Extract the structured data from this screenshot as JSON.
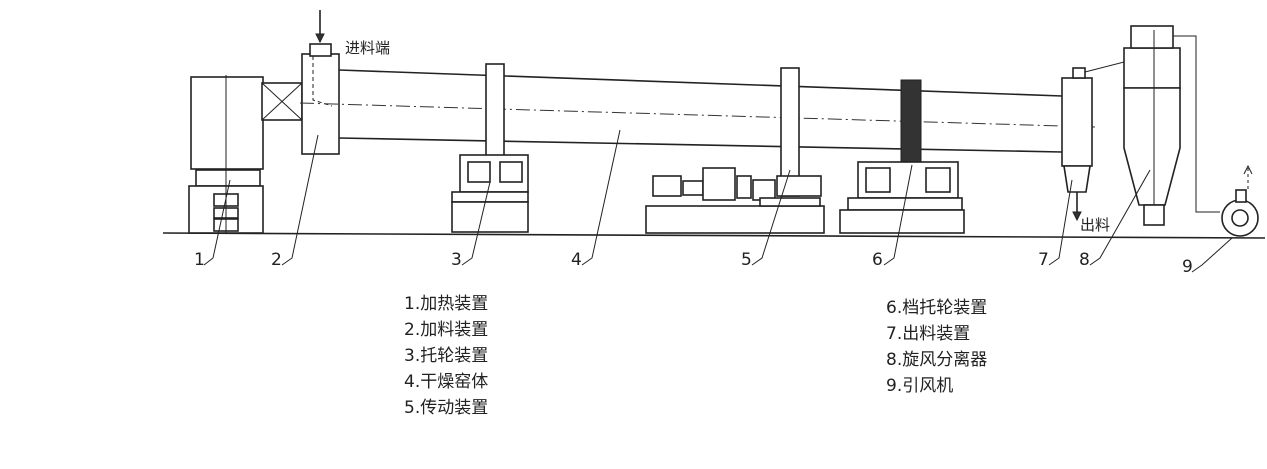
{
  "labels": {
    "feed_end": "进料端",
    "discharge": "出料"
  },
  "callouts": [
    "1",
    "2",
    "3",
    "4",
    "5",
    "6",
    "7",
    "8",
    "9"
  ],
  "legend_left": [
    "1.加热装置",
    "2.加料装置",
    "3.托轮装置",
    "4.干燥窑体",
    "5.传动装置"
  ],
  "legend_right": [
    "6.档托轮装置",
    "7.出料装置",
    "8.旋风分离器",
    "9.引风机"
  ]
}
